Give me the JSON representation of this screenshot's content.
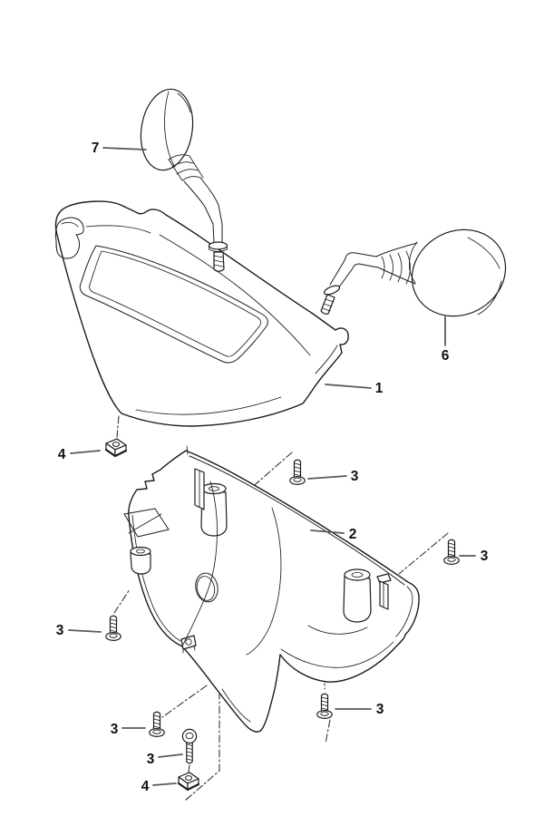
{
  "figure": {
    "background_color": "#ffffff",
    "line_color": "#1b1b1b",
    "leader_color": "#5a5a5a",
    "callouts": [
      {
        "part": "7",
        "target": "left-mirror"
      },
      {
        "part": "6",
        "target": "right-mirror"
      },
      {
        "part": "1",
        "target": "upper-handlebar-cover"
      },
      {
        "part": "2",
        "target": "lower-handlebar-cover"
      },
      {
        "part": "3",
        "target": "screw-top"
      },
      {
        "part": "3",
        "target": "screw-right"
      },
      {
        "part": "3",
        "target": "screw-left"
      },
      {
        "part": "3",
        "target": "screw-bottom-right"
      },
      {
        "part": "3",
        "target": "screw-bottom-left"
      },
      {
        "part": "3",
        "target": "screw-above-clip"
      },
      {
        "part": "4",
        "target": "clip-nut-upper"
      },
      {
        "part": "4",
        "target": "clip-nut-lower"
      }
    ]
  }
}
